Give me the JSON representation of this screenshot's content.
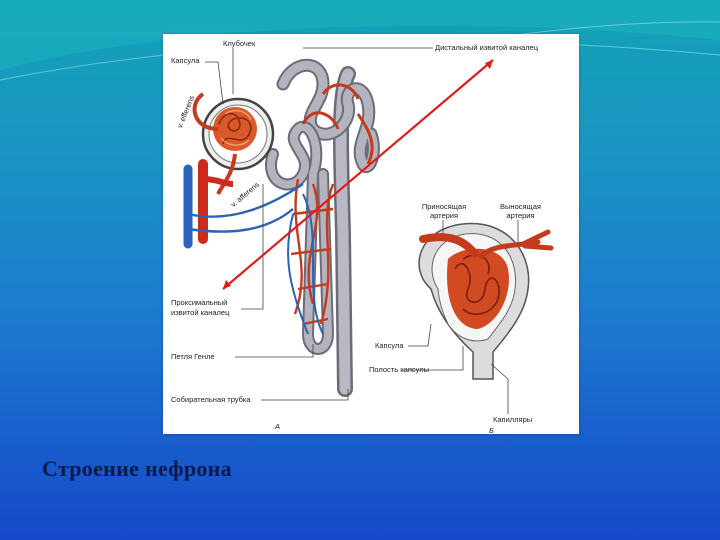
{
  "slide": {
    "caption": "Строение нефрона"
  },
  "diagram_a": {
    "label_glomerulus": "Клубочек",
    "label_capsule": "Капсула",
    "label_distal_line1": "Дистальный извитой каналец",
    "label_proximal_line1": "Проксимальный",
    "label_proximal_line2": "извитой каналец",
    "label_loop": "Петля Генле",
    "label_collecting": "Собирательная трубка",
    "label_efferent": "v. efferens",
    "label_afferent": "v. afferens",
    "panel_letter": "A"
  },
  "diagram_b": {
    "label_afferent_line1": "Приносящая",
    "label_afferent_line2": "артерия",
    "label_efferent_line1": "Выносящая",
    "label_efferent_line2": "артерия",
    "label_capsule": "Капсула",
    "label_cavity": "Полость капсулы",
    "label_capillaries": "Капилляры",
    "panel_letter": "Б"
  },
  "colors": {
    "artery_red": "#d23a1e",
    "tubule_gray": "#9a9aa6",
    "vein_blue": "#2a63b8",
    "arrow_red": "#e21b1b"
  }
}
